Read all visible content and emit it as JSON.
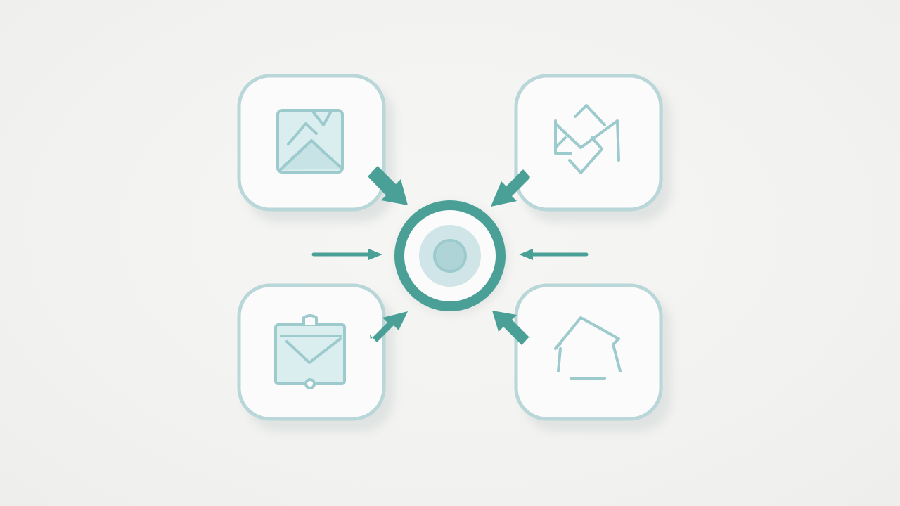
{
  "colors": {
    "background": "#f3f3f1",
    "tile_fill": "#fbfbfb",
    "tile_border": "#b9d6d8",
    "tile_shadow": "#dde2e1",
    "icon_stroke": "#9ccacd",
    "icon_fill": "#d3e9ea",
    "arrow": "#4aa096",
    "hub_ring": "#4aa096",
    "hub_inner": "#cfe5e7",
    "hub_core": "#aed4d8"
  },
  "tiles": [
    {
      "id": "top-left",
      "icon": "image-icon"
    },
    {
      "id": "top-right",
      "icon": "mail-icon"
    },
    {
      "id": "bottom-left",
      "icon": "clipboard-icon"
    },
    {
      "id": "bottom-right",
      "icon": "home-icon"
    }
  ],
  "hub": {
    "icon": "target-hub-icon"
  },
  "arrows": [
    {
      "from": "top-left",
      "to": "hub"
    },
    {
      "from": "top-right",
      "to": "hub"
    },
    {
      "from": "bottom-left",
      "to": "hub"
    },
    {
      "from": "bottom-right",
      "to": "hub"
    },
    {
      "from": "left",
      "to": "hub"
    },
    {
      "from": "right",
      "to": "hub"
    }
  ]
}
